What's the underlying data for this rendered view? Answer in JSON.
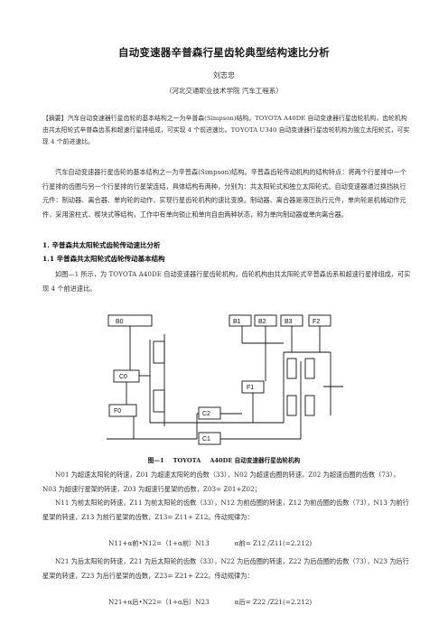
{
  "title": "自动变速器辛普森行星齿轮典型结构速比分析",
  "author": "刘志忠",
  "affiliation": "（河北交通职业技术学院  汽车工程系）",
  "abstract": {
    "label": "【摘要】",
    "text": "汽车自动变速器行星齿轮的基本结构之一为辛普森(Simpson)结构。TOYOTA A40DE 自动变速器行星齿轮机构，齿轮机构由共太阳轮式辛普森齿系和超速行星排组成，可实现 4 个前进速比。TOYOTA U340 自动变速器行星齿轮机构为独立太阳轮式，可实现 4 个前进速比。"
  },
  "intro": "汽车自动变速器行星齿轮的基本结构之一为辛普森(Simpson)结构。辛普森齿轮传动机构的结构特点：将两个行星排中一个行星排的齿圈与另一个行星排的行星架连结，具体结构有两种，分别为：共太阳轮式和独立太阳轮式。自动变速器通过换挡执行元件：制动器、离合器、单向轮的动作，实现行星齿轮机构的速比变换。制动器、离合器是液压执行元件，单向轮是机械动作元件，采用滚柱式、楔块式等结构，工作中有单向锁止和单向自由两种状态，称为单向制动器或单向离合器。",
  "heading1": "1.  辛普森共太阳轮式齿轮传动速比分析",
  "heading1_1": "1.1  辛普森共太阳轮式齿轮传动基本结构",
  "section_para": "如图—1 所示，为 TOYOTA  A40DE 自动变速器行星齿轮机构，齿轮机构由共太阳轮式辛普森齿系和超速行星排组成，可实现 4 个前进速比。",
  "diagram": {
    "labels": [
      "B0",
      "B1",
      "B2",
      "B3",
      "F2",
      "C0",
      "F1",
      "F0",
      "C2",
      "C1"
    ],
    "line_color": "#111111"
  },
  "caption": {
    "fig": "图—1",
    "brand": "TOYOTA",
    "text": "A40DE 自动变速器行星齿轮机构"
  },
  "desc_overdrive": "N01 为超速太阳轮的转速，Z01 为超速太阳轮的齿数（33），N02 为超速齿圈的转速，Z02 为超速齿圈的齿数（73），N03 为超速行星架的转速，Z03 为超速行星架的齿数，Z03= Z01+Z02；",
  "desc_front": "N11 为前太阳轮的转速，Z11 为前太阳轮的齿数（33），N12 为前齿圈的转速，Z12 为前齿圈的齿数（73），N13 为前行星架的转速，Z13 为前行星架的齿数，Z13= Z11+ Z12。传动规律为：",
  "formula_front": {
    "lhs": "N11+α前•N12=（1+α前）N13",
    "rhs": "α前= Z12 /Z11(=2.212)"
  },
  "desc_rear": "N21 为后太阳轮的转速，Z21 为后太阳轮的齿数（33），N22 为后齿圈的转速，Z22 为后齿圈的齿数（73），N23 为后行星架的转速，Z23 为后行星架的齿数，Z23= Z21+ Z22。传动规律为：",
  "formula_rear": {
    "lhs": "N21+α后•N22=（1+α后）N23",
    "rhs": "α后= Z22 /Z21(=2.212)"
  }
}
